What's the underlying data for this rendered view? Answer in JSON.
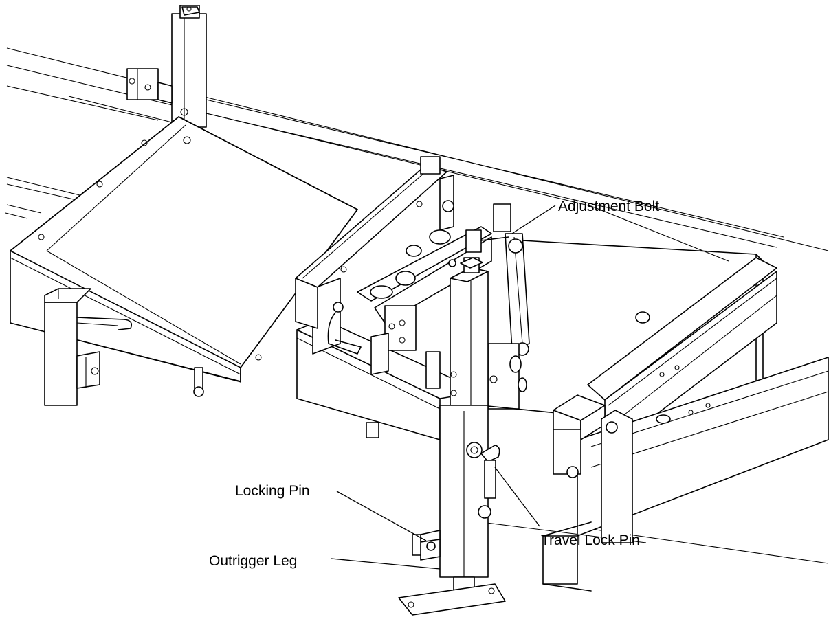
{
  "callouts": {
    "adjustment_bolt": "Adjustment Bolt",
    "locking_pin": "Locking Pin",
    "travel_lock_pin": "Travel Lock Pin",
    "outrigger_leg": "Outrigger Leg"
  },
  "colors": {
    "line": "#000000",
    "background": "#ffffff"
  }
}
